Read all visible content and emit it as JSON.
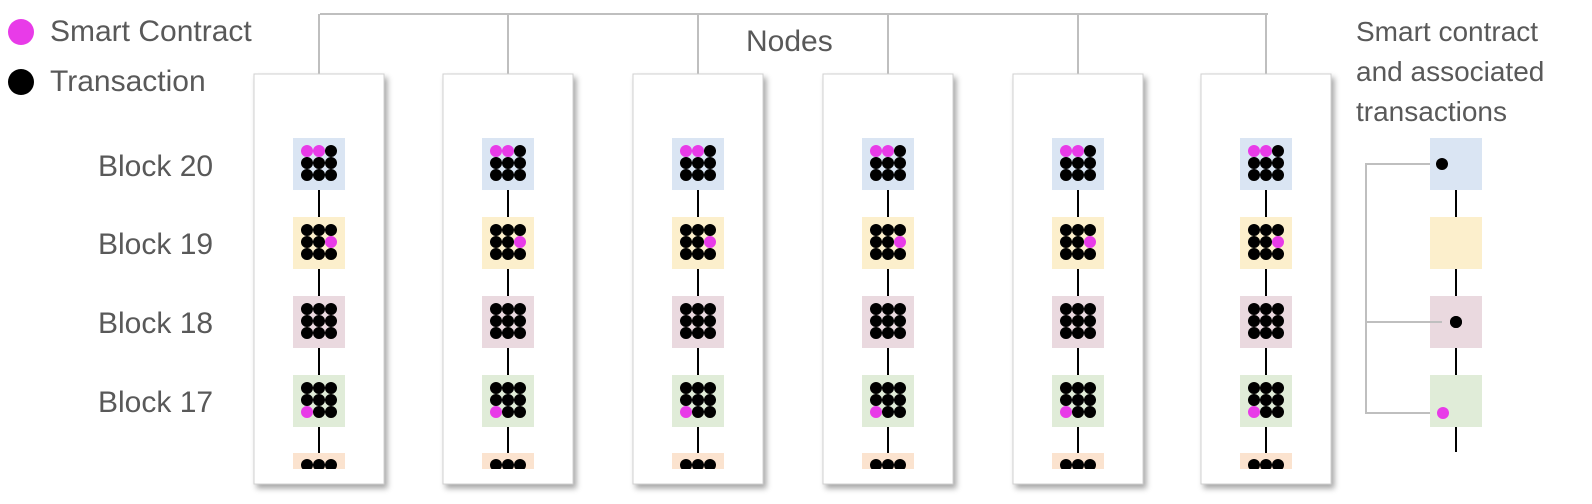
{
  "legend": [
    {
      "label": "Smart Contract",
      "color": "#E83BE8",
      "icon": "magenta-dot-icon"
    },
    {
      "label": "Transaction",
      "color": "#000000",
      "icon": "black-dot-icon"
    }
  ],
  "nodes_label": "Nodes",
  "side_title": [
    "Smart contract",
    "and associated",
    "transactions"
  ],
  "blocks": [
    {
      "label": "Block 20",
      "color": "#DAE5F3",
      "magenta": [
        0,
        1
      ]
    },
    {
      "label": "Block 19",
      "color": "#FCEFCC",
      "magenta": [
        5
      ]
    },
    {
      "label": "Block 18",
      "color": "#EAD9DF",
      "magenta": []
    },
    {
      "label": "Block 17",
      "color": "#E0ECD8",
      "magenta": [
        6
      ]
    }
  ],
  "partial_block_color": "#FBE3CF",
  "node_count": 6,
  "side_chain": [
    {
      "color": "#DAE5F3",
      "dot": "black"
    },
    {
      "color": "#FCEFCC",
      "dot": "none"
    },
    {
      "color": "#EAD9DF",
      "dot": "black"
    },
    {
      "color": "#E0ECD8",
      "dot": "magenta"
    }
  ],
  "colors": {
    "smart_contract": "#E83BE8",
    "transaction": "#000000",
    "bracket": "#BFBFBF"
  }
}
